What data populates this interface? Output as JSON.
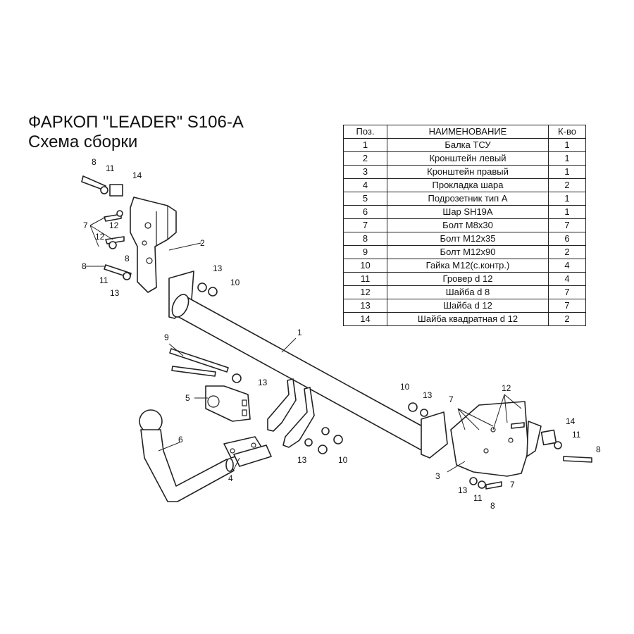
{
  "title": "ФАРКОП \"LEADER\" S106-A",
  "subtitle": "Схема сборки",
  "table": {
    "headers": {
      "pos": "Поз.",
      "name": "НАИМЕНОВАНИЕ",
      "qty": "К-во"
    },
    "rows": [
      {
        "pos": "1",
        "name": "Балка ТСУ",
        "qty": "1"
      },
      {
        "pos": "2",
        "name": "Кронштейн левый",
        "qty": "1"
      },
      {
        "pos": "3",
        "name": "Кронштейн правый",
        "qty": "1"
      },
      {
        "pos": "4",
        "name": "Прокладка шара",
        "qty": "2"
      },
      {
        "pos": "5",
        "name": "Подрозетник тип А",
        "qty": "1"
      },
      {
        "pos": "6",
        "name": "Шар SH19A",
        "qty": "1"
      },
      {
        "pos": "7",
        "name": "Болт М8х30",
        "qty": "7"
      },
      {
        "pos": "8",
        "name": "Болт М12х35",
        "qty": "6"
      },
      {
        "pos": "9",
        "name": "Болт М12х90",
        "qty": "2"
      },
      {
        "pos": "10",
        "name": "Гайка М12(с.контр.)",
        "qty": "4"
      },
      {
        "pos": "11",
        "name": "Гровер d 12",
        "qty": "4"
      },
      {
        "pos": "12",
        "name": "Шайба d 8",
        "qty": "7"
      },
      {
        "pos": "13",
        "name": "Шайба d 12",
        "qty": "7"
      },
      {
        "pos": "14",
        "name": "Шайба квадратная d 12",
        "qty": "2"
      }
    ]
  },
  "callouts": {
    "c1": "1",
    "c2": "2",
    "c3": "3",
    "c4": "4",
    "c5": "5",
    "c6": "6",
    "c7a": "7",
    "c7b": "7",
    "c7c": "7",
    "c8a": "8",
    "c8b": "8",
    "c8c": "8",
    "c8d": "8",
    "c8e": "8",
    "c9": "9",
    "c10a": "10",
    "c10b": "10",
    "c10c": "10",
    "c11a": "11",
    "c11b": "11",
    "c11c": "11",
    "c11d": "11",
    "c12a": "12",
    "c12b": "12",
    "c12c": "12",
    "c13a": "13",
    "c13b": "13",
    "c13c": "13",
    "c13d": "13",
    "c13e": "13",
    "c13f": "13",
    "c14a": "14",
    "c14b": "14"
  }
}
